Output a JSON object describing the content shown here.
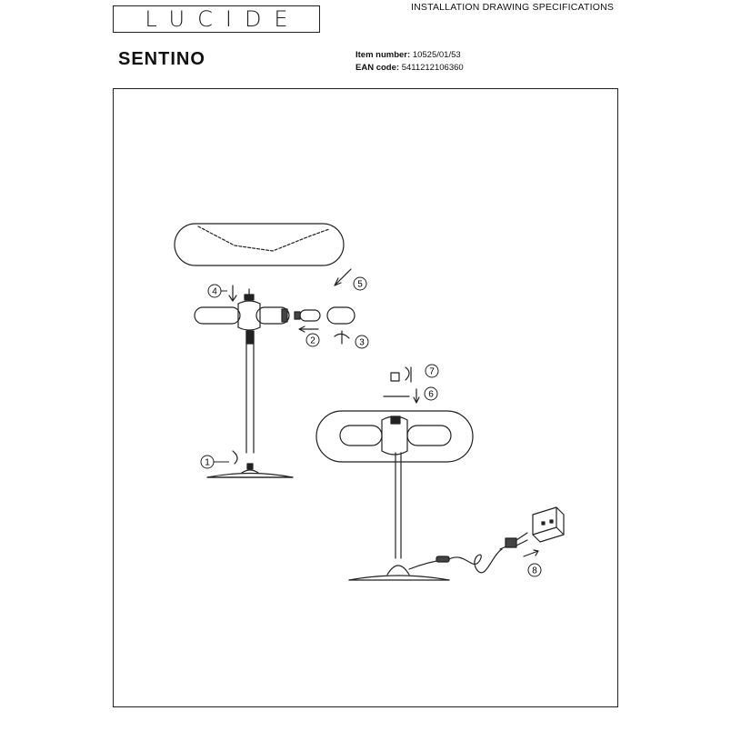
{
  "brand": {
    "logo_text": "LUCIDE"
  },
  "header": {
    "doc_title": "INSTALLATION DRAWING SPECIFICATIONS"
  },
  "product": {
    "name": "SENTINO"
  },
  "meta": {
    "item_label": "Item number:",
    "item_value": "10525/01/53",
    "ean_label": "EAN code:",
    "ean_value": "5411212106360"
  },
  "steps": [
    "1",
    "2",
    "3",
    "4",
    "5",
    "6",
    "7",
    "8"
  ]
}
